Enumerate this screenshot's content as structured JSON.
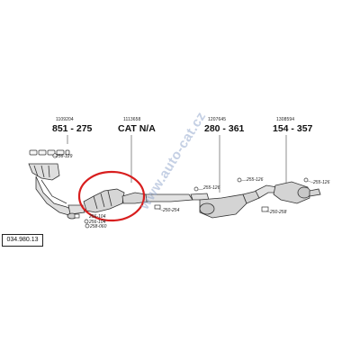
{
  "references": [
    {
      "id": "ref-1",
      "text": "1109204"
    },
    {
      "id": "ref-2",
      "text": "1113658"
    },
    {
      "id": "ref-3",
      "text": "1207645"
    },
    {
      "id": "ref-4",
      "text": "1308594"
    }
  ],
  "parts": [
    {
      "id": "part-1",
      "text": "851 - 275"
    },
    {
      "id": "part-2",
      "text": "CAT N/A"
    },
    {
      "id": "part-3",
      "text": "280 - 361"
    },
    {
      "id": "part-4",
      "text": "154 - 357"
    }
  ],
  "callouts": {
    "c1": "256-129",
    "c2": "250-254",
    "c3": "255-126",
    "c4": "255-126",
    "c5": "255-126",
    "c6": "250-258",
    "c7": "256-104",
    "c8": "256-104",
    "c9": "258-060"
  },
  "catalog_code": "034.980.13",
  "watermark": "www.auto-cat.cz",
  "colors": {
    "highlight": "#d81e1e",
    "line": "#333333",
    "pipe_fill": "#dcdcdc",
    "watermark": "#9fb2d2"
  }
}
